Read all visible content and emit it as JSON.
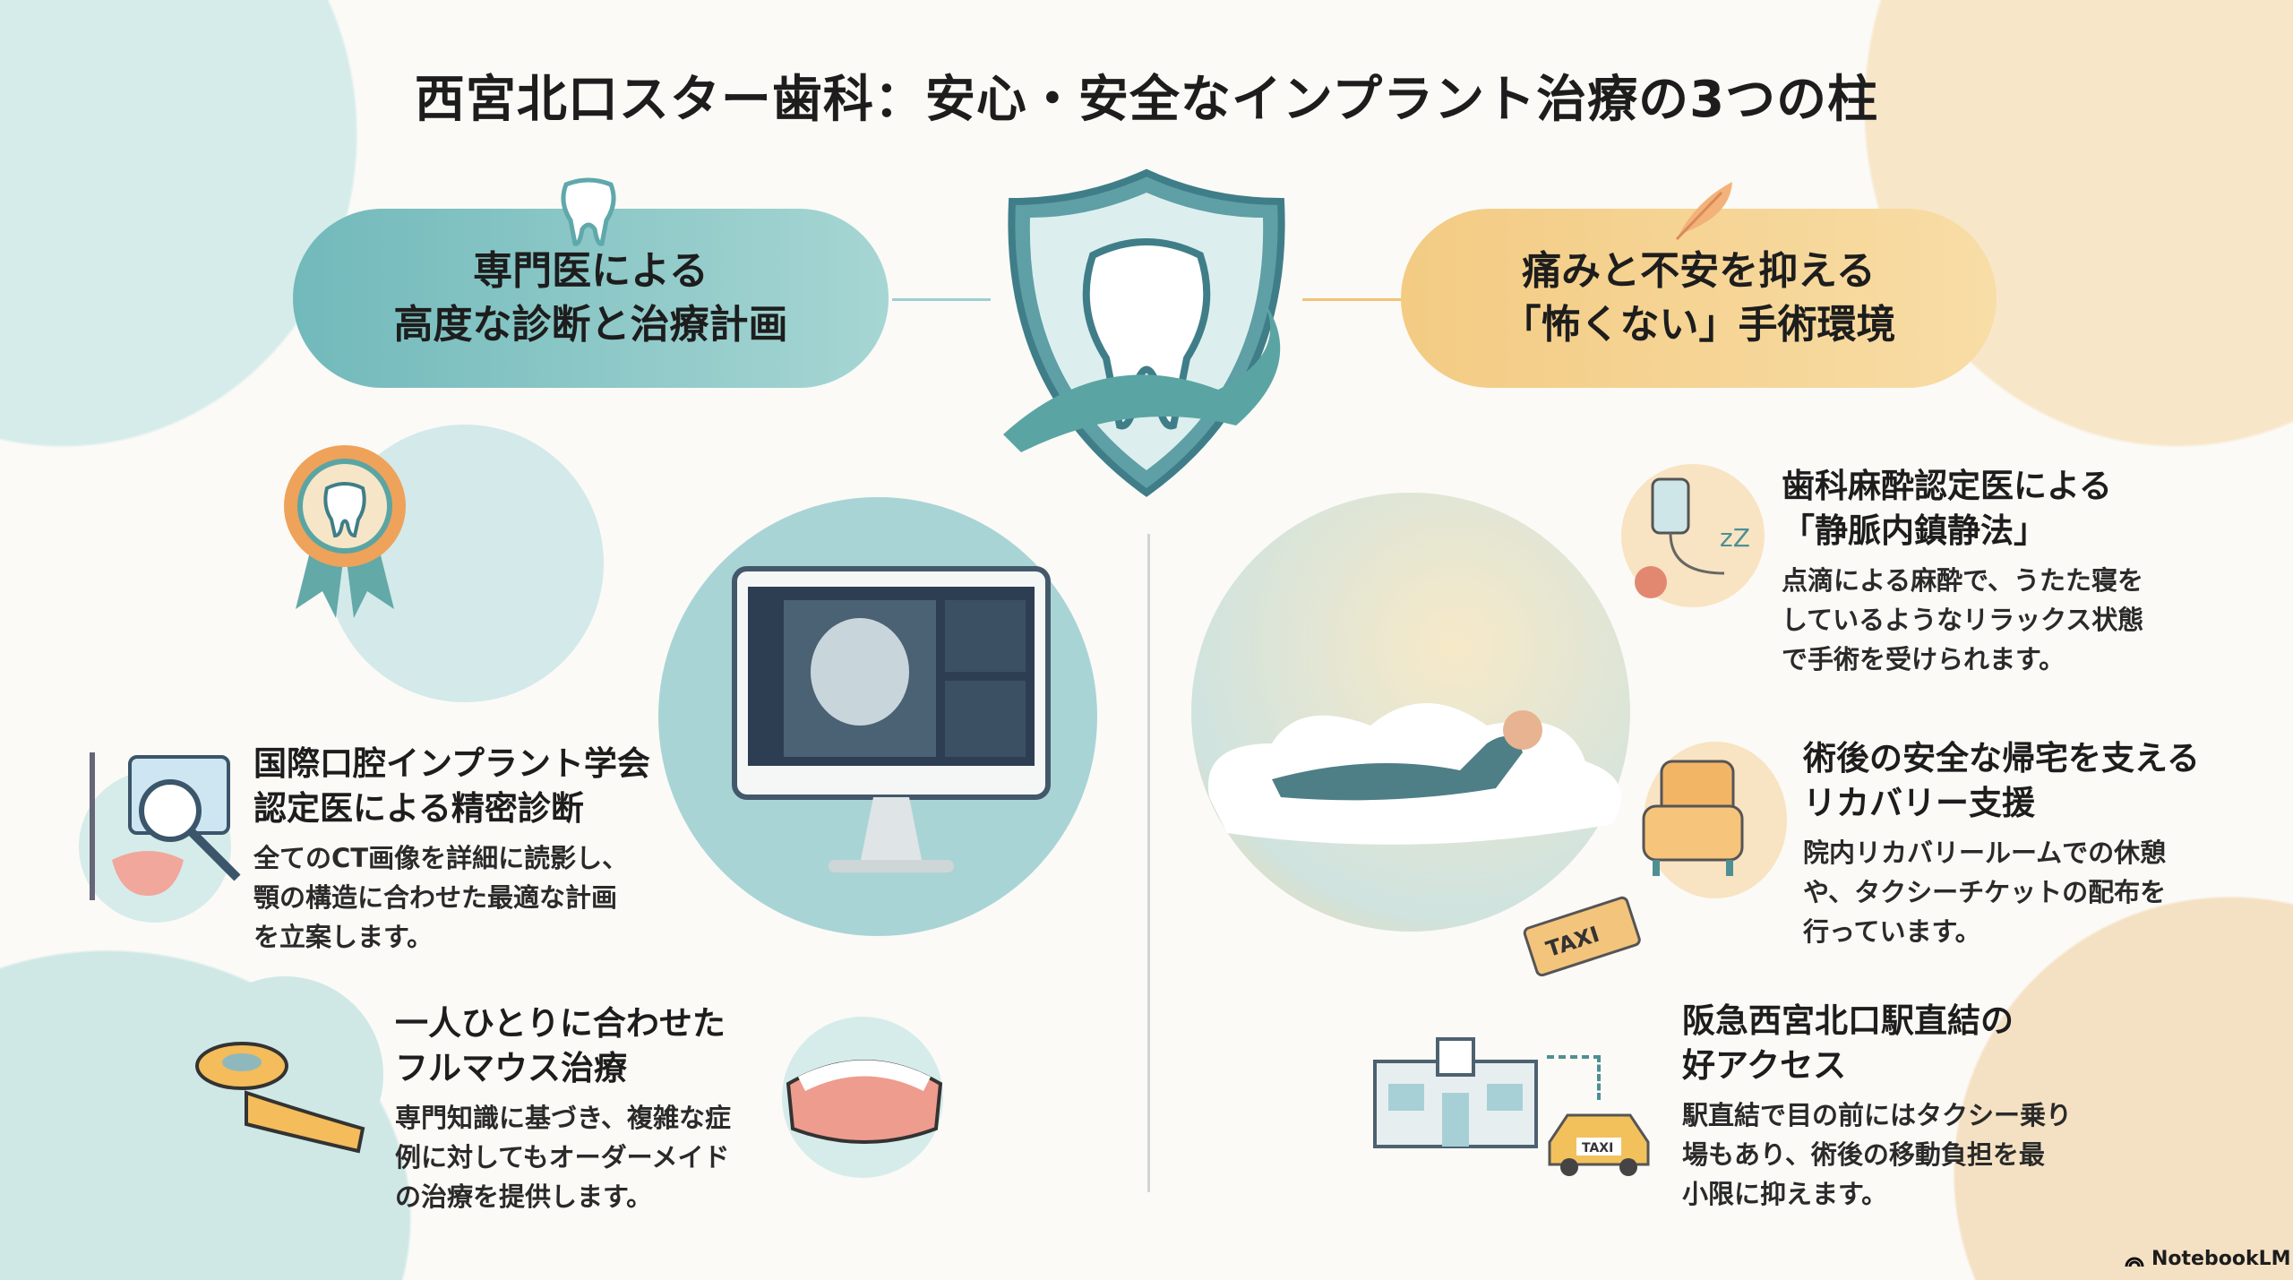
{
  "title": "西宮北口スター歯科：安心・安全なインプラント治療の3つの柱",
  "left_pillar": {
    "heading": [
      "専門医による",
      "高度な診断と治療計画"
    ],
    "items": [
      {
        "title": [
          "国際口腔インプラント学会",
          "認定医による精密診断"
        ],
        "body": [
          "全てのCT画像を詳細に読影し、",
          "顎の構造に合わせた最適な計画",
          "を立案します。"
        ]
      },
      {
        "title": [
          "一人ひとりに合わせた",
          "フルマウス治療"
        ],
        "body": [
          "専門知識に基づき、複雑な症",
          "例に対してもオーダーメイド",
          "の治療を提供します。"
        ]
      }
    ]
  },
  "right_pillar": {
    "heading": [
      "痛みと不安を抑える",
      "「怖くない」手術環境"
    ],
    "items": [
      {
        "title": [
          "歯科麻酔認定医による",
          "「静脈内鎮静法」"
        ],
        "body": [
          "点滴による麻酔で、うたた寝を",
          "しているようなリラックス状態",
          "で手術を受けられます。"
        ]
      },
      {
        "title": [
          "術後の安全な帰宅を支える",
          "リカバリー支援"
        ],
        "body": [
          "院内リカバリールームでの休憩",
          "や、タクシーチケットの配布を",
          "行っています。"
        ]
      },
      {
        "title": [
          "阪急西宮北口駅直結の",
          "好アクセス"
        ],
        "body": [
          "駅直結で目の前にはタクシー乗り",
          "場もあり、術後の移動負担を最",
          "小限に抑えます。"
        ]
      }
    ]
  },
  "illustrations": {
    "taxi_ticket": "TAXI",
    "taxi_car": "TAXI",
    "sleep": "zZ"
  },
  "brand": "NotebookLM",
  "colors": {
    "teal": "#72b9bb",
    "gold": "#f3cb83",
    "background": "#fbfaf6"
  }
}
